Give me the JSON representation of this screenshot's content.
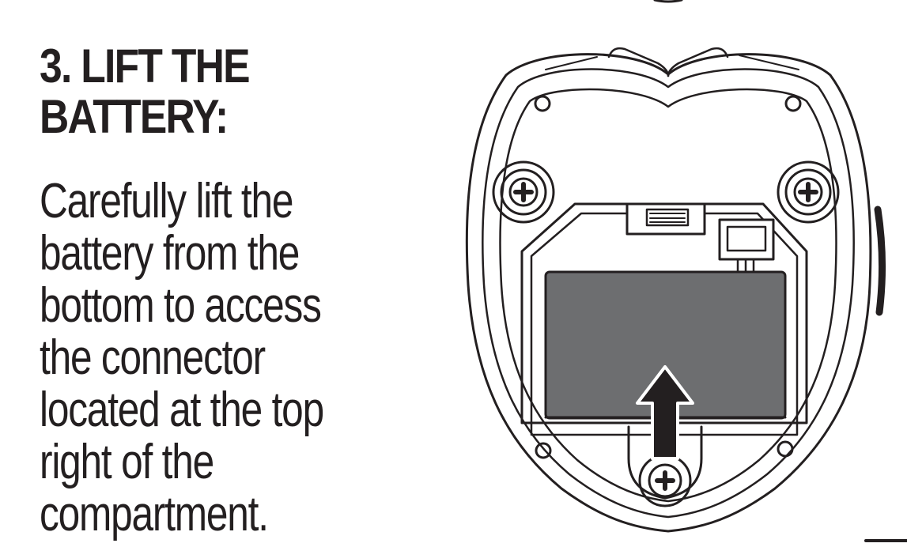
{
  "step": {
    "title_lines": [
      "3. LIFT THE",
      "BATTERY:"
    ],
    "body_lines": [
      "Carefully lift the",
      "battery from the",
      "bottom to access",
      "the connector",
      "located at the top",
      "right of the",
      "compartment."
    ]
  },
  "illustration": {
    "arrow_direction": "up",
    "battery_color": "#6d6e70",
    "line_color": "#231f20"
  }
}
